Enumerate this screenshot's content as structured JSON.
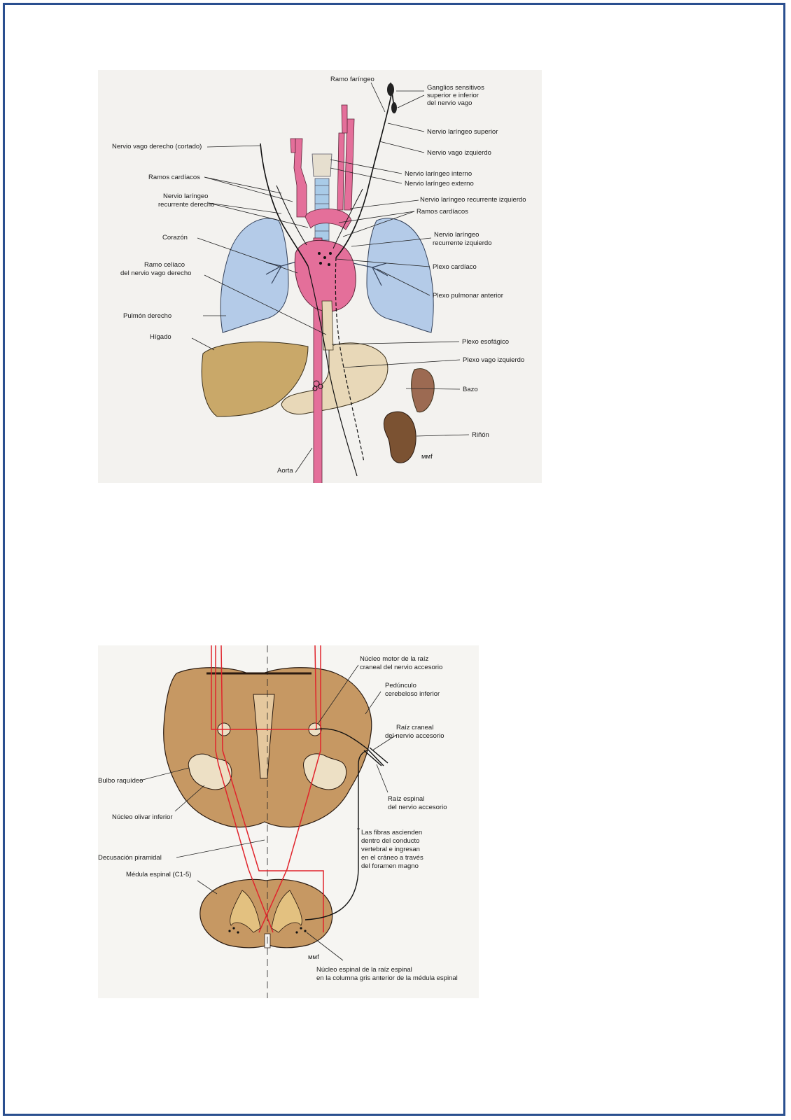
{
  "colors": {
    "frame": "#2a4f8f",
    "vessel": "#e46f9a",
    "lung": "#b4cbe8",
    "liver": "#c9a869",
    "stomach": "#e8d8b8",
    "spleen": "#9c6a52",
    "kidney": "#7b5232",
    "medulla": "#c69863",
    "tract": "#e0242c",
    "trachea": "#a9cbe8"
  },
  "figure1": {
    "labels": {
      "ramo_faringeo": "Ramo faríngeo",
      "ganglios_1": "Ganglios sensitivos",
      "ganglios_2": "superior e inferior",
      "ganglios_3": "del nervio vago",
      "vago_derecho": "Nervio vago derecho (cortado)",
      "laringeo_superior": "Nervio laríngeo superior",
      "vago_izquierdo": "Nervio vago izquierdo",
      "ramos_cardiacos_izq": "Ramos cardíacos",
      "laringeo_interno": "Nervio laríngeo interno",
      "laringeo_externo": "Nervio laríngeo externo",
      "laringeo_rec_der_1": "Nervio laríngeo",
      "laringeo_rec_der_2": "recurrente derecho",
      "laringeo_rec_izq_top": "Nervio laríngeo recurrente izquierdo",
      "ramos_cardiacos_der": "Ramos cardíacos",
      "corazon": "Corazón",
      "laringeo_rec_izq_1": "Nervio laríngeo",
      "laringeo_rec_izq_2": "recurrente izquierdo",
      "ramo_celiaco_1": "Ramo celíaco",
      "ramo_celiaco_2": "del nervio vago derecho",
      "plexo_cardiaco": "Plexo cardíaco",
      "plexo_pulmonar": "Plexo pulmonar anterior",
      "pulmon_derecho": "Pulmón derecho",
      "higado": "Hígado",
      "plexo_esofagico": "Plexo esofágico",
      "plexo_vago_izq": "Plexo vago izquierdo",
      "bazo": "Bazo",
      "rinon": "Riñón",
      "aorta": "Aorta",
      "signature": "ᴍᴍf"
    }
  },
  "figure2": {
    "labels": {
      "nucleo_motor_1": "Núcleo motor de la raíz",
      "nucleo_motor_2": "craneal del nervio accesorio",
      "pedunculo_1": "Pedúnculo",
      "pedunculo_2": "cerebeloso inferior",
      "raiz_craneal_1": "Raíz craneal",
      "raiz_craneal_2": "del nervio accesorio",
      "bulbo": "Bulbo raquídeo",
      "raiz_espinal_1": "Raíz espinal",
      "raiz_espinal_2": "del nervio accesorio",
      "nucleo_olivar": "Núcleo olivar inferior",
      "fibras_1": "Las fibras ascienden",
      "fibras_2": "dentro del conducto",
      "fibras_3": "vertebral e ingresan",
      "fibras_4": "en el cráneo a través",
      "fibras_5": "del foramen magno",
      "decusacion": "Decusación piramidal",
      "medula": "Médula espinal (C1-5)",
      "nucleo_espinal_1": "Núcleo espinal de la raíz espinal",
      "nucleo_espinal_2": "en la columna gris anterior de la médula espinal",
      "signature": "ᴍᴍf"
    }
  }
}
